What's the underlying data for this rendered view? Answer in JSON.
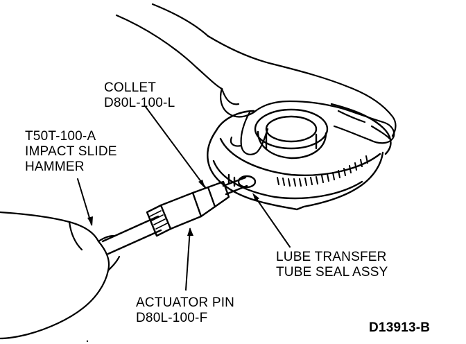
{
  "labels": {
    "collet": {
      "line1": "COLLET",
      "line2": "D80L-100-L"
    },
    "slide_hammer": {
      "line1": "T50T-100-A",
      "line2": "IMPACT SLIDE",
      "line3": "HAMMER"
    },
    "lube_seal": {
      "line1": "LUBE TRANSFER",
      "line2": "TUBE SEAL ASSY"
    },
    "actuator_pin": {
      "line1": "ACTUATOR PIN",
      "line2": "D80L-100-F"
    }
  },
  "figure_id": "D13913-B"
}
